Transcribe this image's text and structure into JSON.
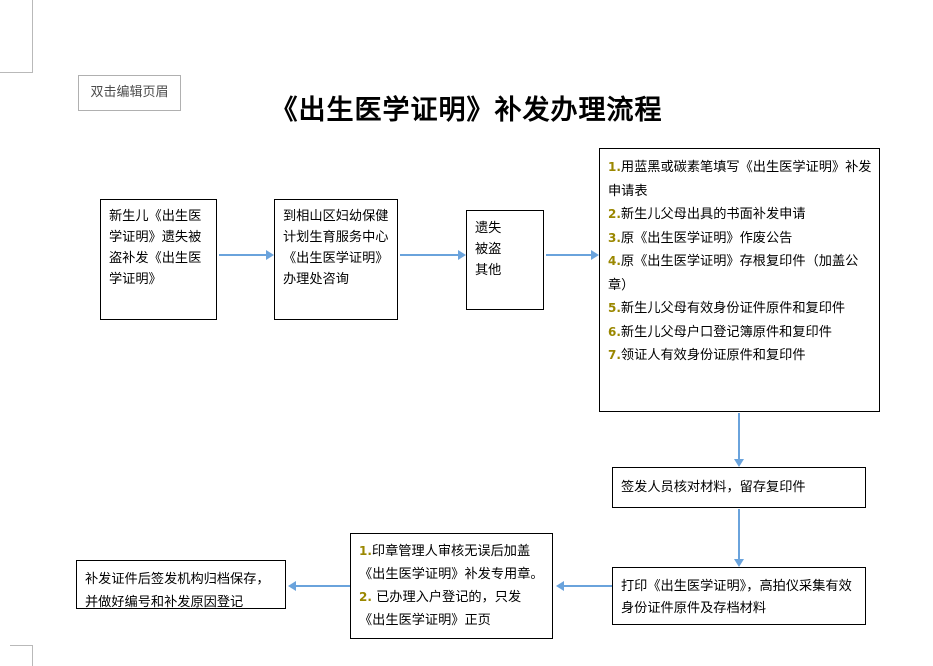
{
  "page": {
    "header_placeholder_label": "双击编辑页眉",
    "title": "《出生医学证明》补发办理流程",
    "arrow_color": "#6aa3dc",
    "box_border_color": "#000000",
    "list_number_color": "#9a8700"
  },
  "boxes": {
    "origin": {
      "name": "新生儿出生医学证明遗失被盗补发",
      "text": "新生儿《出生医学证明》遗失被盗补发《出生医学证明》"
    },
    "center": {
      "name": "到办理处咨询",
      "text": "到相山区妇幼保健计划生育服务中心《出生医学证明》办理处咨询"
    },
    "reason": {
      "lines": [
        "遗失",
        "被盗",
        "其他"
      ]
    },
    "materials": {
      "items": [
        {
          "num": "1.",
          "text": "用蓝黑或碳素笔填写《出生医学证明》补发申请表"
        },
        {
          "num": "2.",
          "text": "新生儿父母出具的书面补发申请"
        },
        {
          "num": "3.",
          "text": "原《出生医学证明》作废公告"
        },
        {
          "num": "4.",
          "text": "原《出生医学证明》存根复印件（加盖公章）"
        },
        {
          "num": "5.",
          "text": "新生儿父母有效身份证件原件和复印件"
        },
        {
          "num": "6.",
          "text": "新生儿父母户口登记簿原件和复印件"
        },
        {
          "num": "7.",
          "text": "领证人有效身份证原件和复印件"
        }
      ]
    },
    "verify": {
      "text": "签发人员核对材料，留存复印件"
    },
    "print": {
      "text": "打印《出生医学证明》，高拍仪采集有效身份证件原件及存档材料"
    },
    "seal": {
      "items": [
        {
          "num": "1.",
          "text": "印章管理人审核无误后加盖《出生医学证明》补发专用章。"
        },
        {
          "num": "2.",
          "text": " 已办理入户登记的，只发《出生医学证明》正页"
        }
      ]
    },
    "archive": {
      "text": "补发证件后签发机构归档保存，并做好编号和补发原因登记"
    }
  },
  "arrows": [
    {
      "id": "arrow-1",
      "direction": "right",
      "from": "origin",
      "to": "center"
    },
    {
      "id": "arrow-2",
      "direction": "right",
      "from": "center",
      "to": "reason"
    },
    {
      "id": "arrow-3",
      "direction": "right",
      "from": "reason",
      "to": "materials"
    },
    {
      "id": "arrow-4",
      "direction": "down",
      "from": "materials",
      "to": "verify"
    },
    {
      "id": "arrow-5",
      "direction": "down",
      "from": "verify",
      "to": "print"
    },
    {
      "id": "arrow-6",
      "direction": "left",
      "from": "print",
      "to": "seal"
    },
    {
      "id": "arrow-7",
      "direction": "left",
      "from": "seal",
      "to": "archive"
    }
  ]
}
